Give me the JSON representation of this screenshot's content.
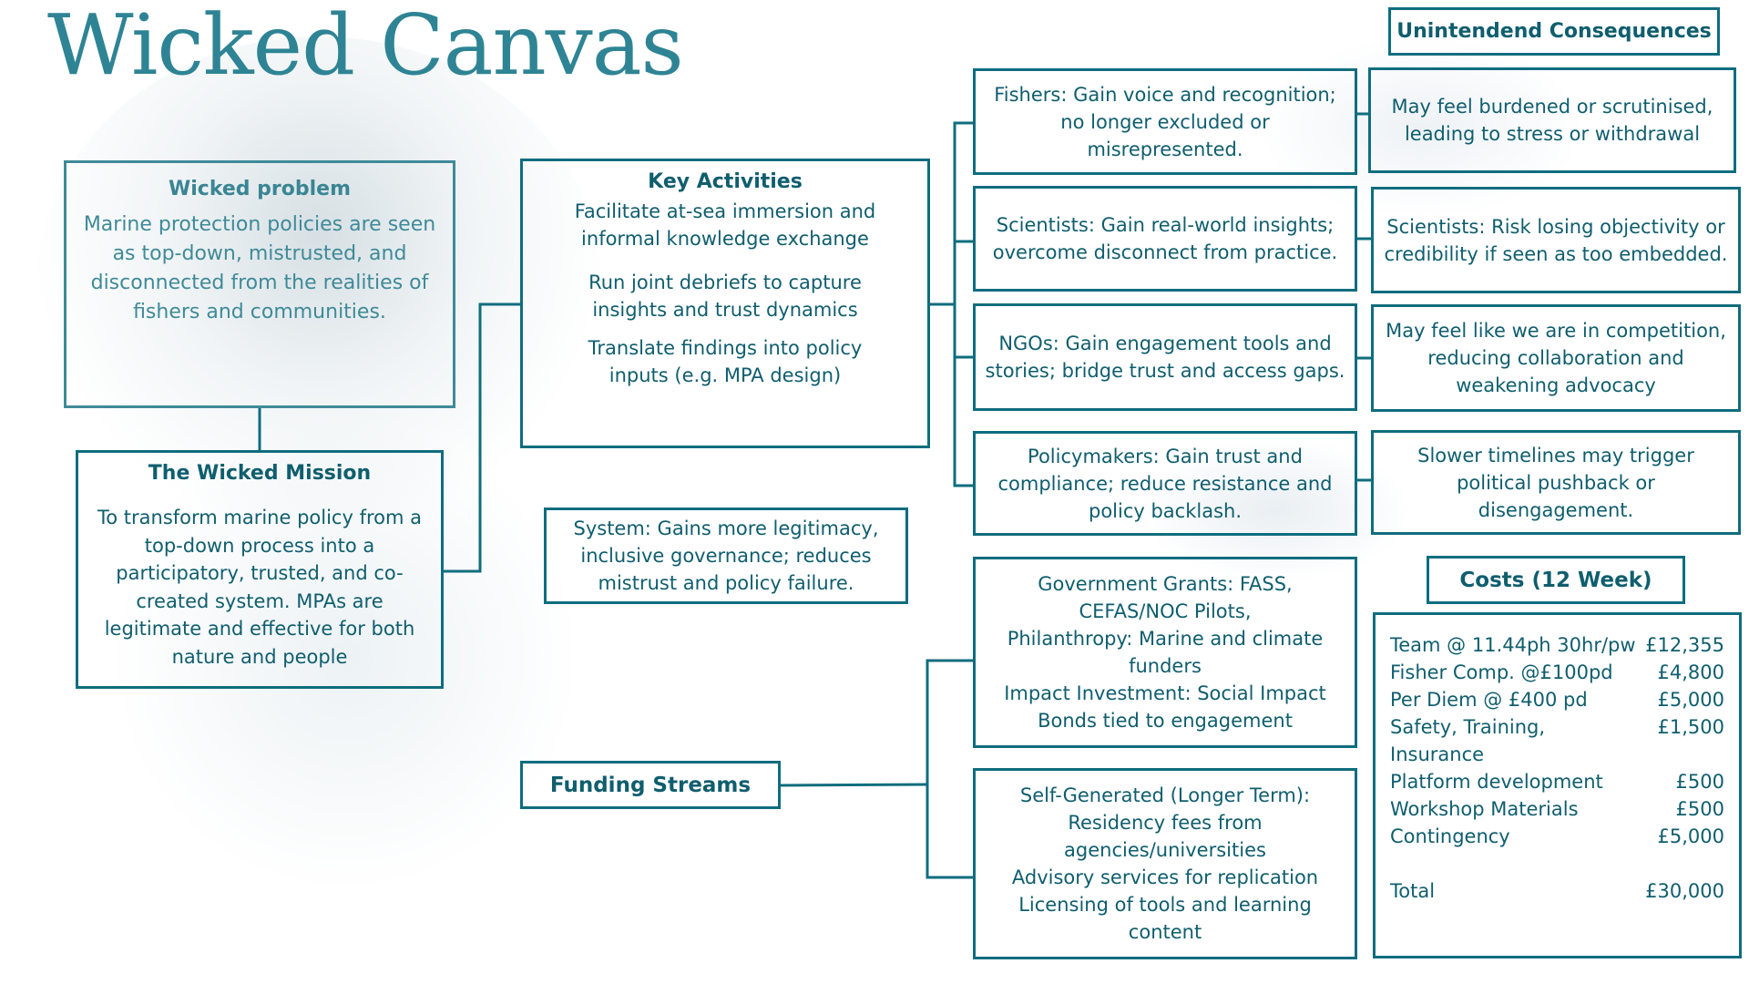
{
  "title": "Wicked Canvas",
  "wicked_problem": {
    "heading": "Wicked problem",
    "body": "Marine protection policies are seen as top-down, mistrusted, and disconnected from the realities of fishers and communities."
  },
  "wicked_mission": {
    "heading": "The Wicked Mission",
    "body": "To transform marine policy from a top-down process into a participatory, trusted, and co-created system. MPAs are legitimate and effective for both nature and people"
  },
  "key_activities": {
    "heading": "Key Activities",
    "items": [
      "Facilitate at-sea immersion and informal knowledge exchange",
      "Run joint debriefs to capture insights and trust dynamics",
      "Translate findings into policy inputs (e.g. MPA design)"
    ]
  },
  "system_benefit": "System: Gains more legitimacy, inclusive governance; reduces mistrust and policy failure.",
  "benefits": [
    "Fishers: Gain voice and recognition; no longer excluded or misrepresented.",
    "Scientists: Gain real-world insights; overcome disconnect from practice.",
    "NGOs: Gain engagement tools and stories; bridge trust and access gaps.",
    "Policymakers: Gain trust and compliance; reduce resistance and policy backlash."
  ],
  "unintended": {
    "heading": "Unintendend Consequences",
    "items": [
      "May feel burdened or scrutinised, leading to stress or withdrawal",
      "Scientists: Risk losing objectivity or credibility if seen as too embedded.",
      "May feel like we are in competition, reducing collaboration and weakening advocacy",
      "Slower timelines may trigger political pushback or disengagement."
    ]
  },
  "funding": {
    "label": "Funding Streams",
    "external": [
      "Government Grants: FASS, CEFAS/NOC Pilots,",
      "Philanthropy: Marine and climate funders",
      "Impact Investment: Social Impact Bonds tied to engagement"
    ],
    "self_generated": [
      "Self-Generated (Longer Term): Residency fees from agencies/universities",
      "Advisory services for replication",
      "Licensing of tools and learning content"
    ]
  },
  "costs": {
    "heading": "Costs (12 Week)",
    "rows": [
      {
        "item": "Team @ 11.44ph 30hr/pw",
        "amount": "£12,355"
      },
      {
        "item": "Fisher Comp. @£100pd",
        "amount": "£4,800"
      },
      {
        "item": "Per Diem @ £400 pd",
        "amount": "£5,000"
      },
      {
        "item": "Safety, Training,",
        "amount": "£1,500"
      },
      {
        "item": "Insurance",
        "amount": ""
      },
      {
        "item": "Platform development",
        "amount": "£500"
      },
      {
        "item": "Workshop Materials",
        "amount": "£500"
      },
      {
        "item": "Contingency",
        "amount": "£5,000"
      }
    ],
    "total_label": "Total",
    "total_amount": "£30,000"
  }
}
